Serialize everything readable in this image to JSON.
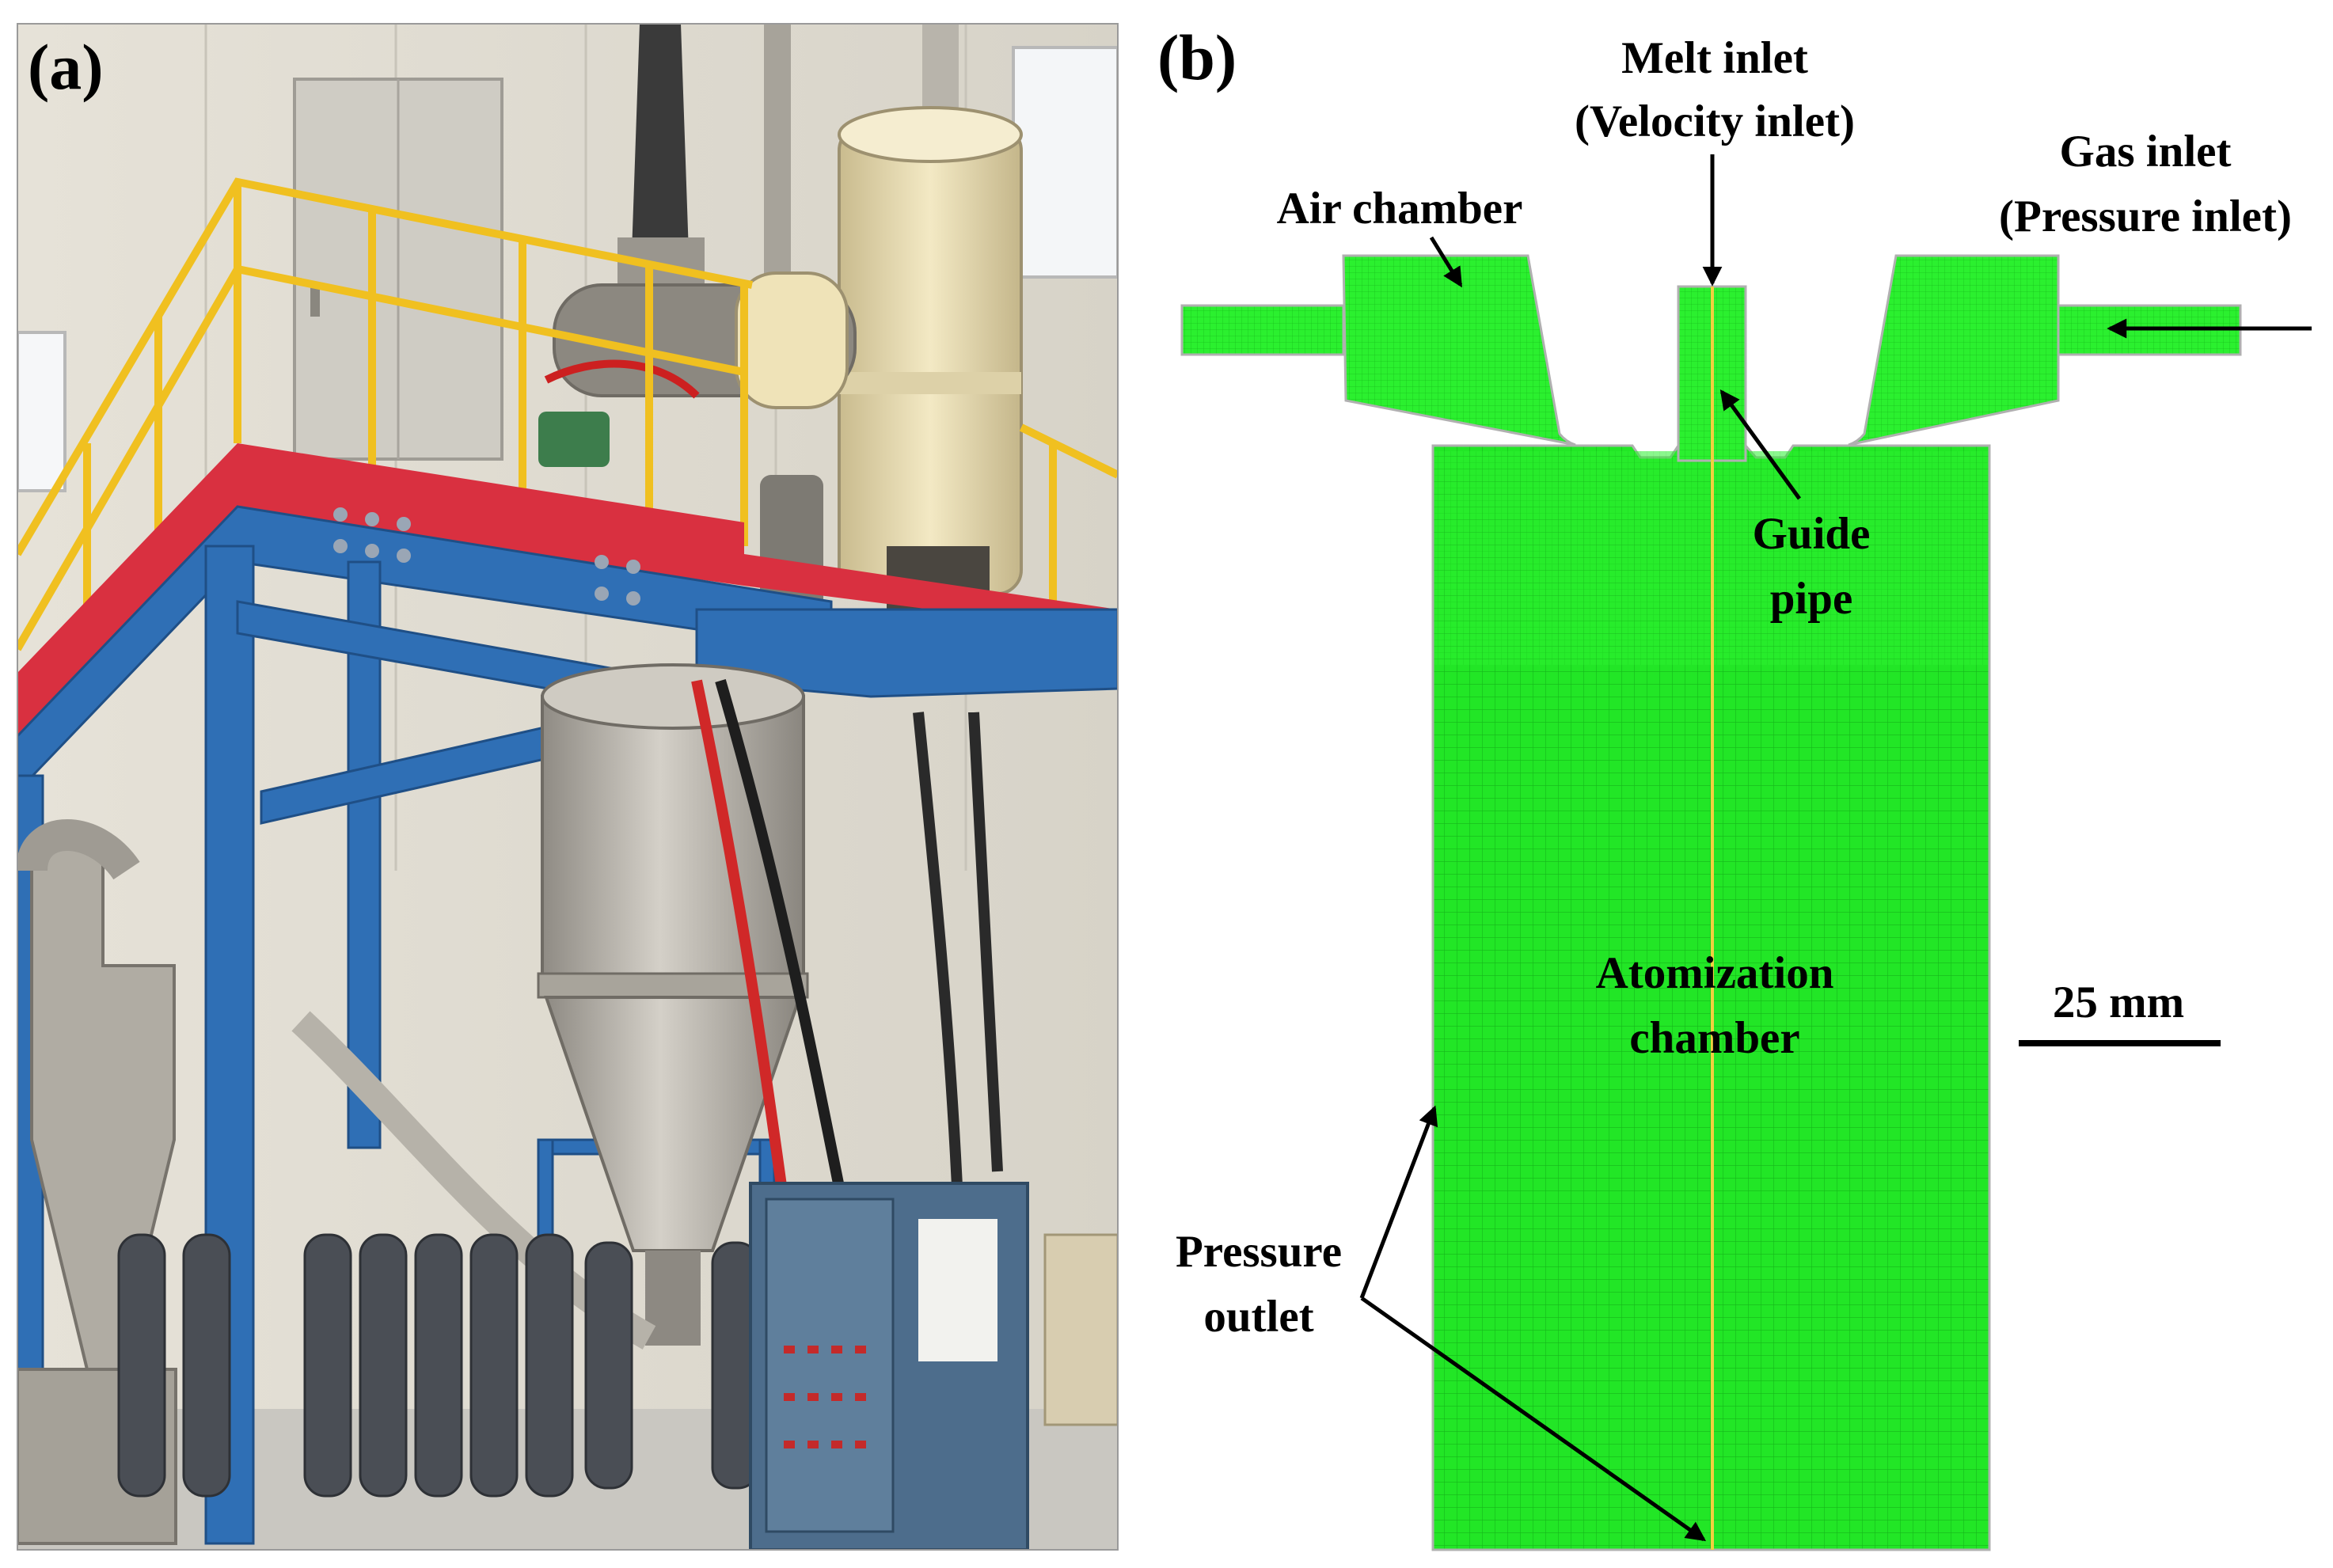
{
  "panels": {
    "a": {
      "letter": "(a)"
    },
    "b": {
      "letter": "(b)"
    }
  },
  "labels": {
    "melt_inlet": "Melt inlet",
    "melt_inlet_type": "(Velocity inlet)",
    "gas_inlet": "Gas inlet",
    "gas_inlet_type": "(Pressure inlet)",
    "air_chamber": "Air chamber",
    "guide_pipe_line1": "Guide",
    "guide_pipe_line2": "pipe",
    "atomization_line1": "Atomization",
    "atomization_line2": "chamber",
    "pressure_outlet_line1": "Pressure",
    "pressure_outlet_line2": "outlet",
    "scale_bar": "25 mm"
  },
  "colors": {
    "mesh_green": "#22e626",
    "mesh_edge": "#b0b0b0",
    "axis_line": "#f0d040",
    "steel_blue": "#2f6fb5",
    "rail_yellow": "#f0c020",
    "platform_red": "#d93040",
    "cream": "#efe3b8",
    "steel": "#b8b4ab"
  }
}
